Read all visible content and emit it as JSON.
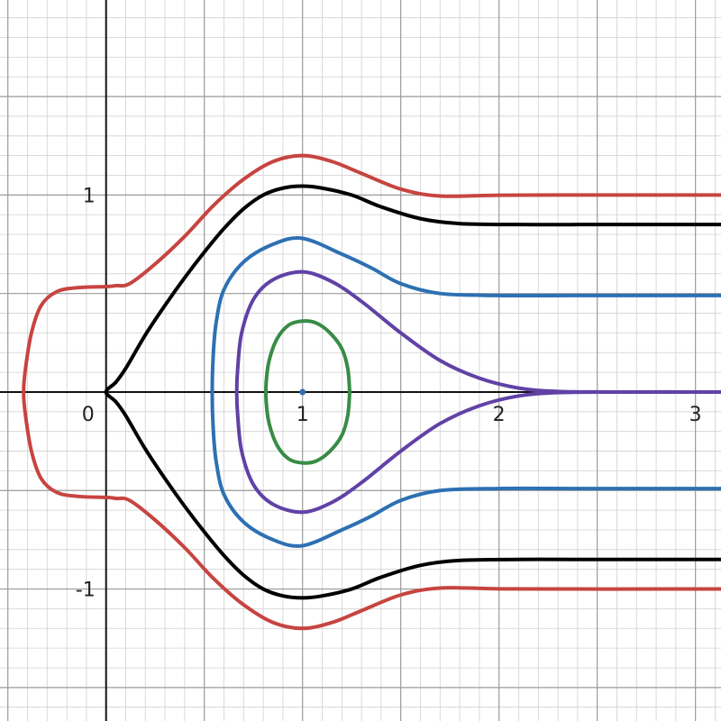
{
  "colors": {
    "background": "#ffffff",
    "grid_minor": "#d0d0d0",
    "grid_major": "#9a9a9a",
    "axis": "#111111"
  },
  "chart_data": {
    "type": "line",
    "title": "",
    "xlabel": "",
    "ylabel": "",
    "xlim": [
      -0.54,
      3.13
    ],
    "ylim": [
      -1.67,
      1.99
    ],
    "grid": true,
    "x_ticks": [
      {
        "value": 0,
        "label": "0"
      },
      {
        "value": 1,
        "label": "1"
      },
      {
        "value": 2,
        "label": "2"
      },
      {
        "value": 3,
        "label": "3"
      }
    ],
    "y_ticks": [
      {
        "value": 1,
        "label": "1"
      },
      {
        "value": -1,
        "label": "-1"
      }
    ],
    "point": {
      "x": 1,
      "y": 0,
      "color": "#2d70b3"
    },
    "series": [
      {
        "color": "#c74440",
        "points": [
          [
            3.13,
            1.0
          ],
          [
            2.8,
            1.0
          ],
          [
            2.4,
            1.0
          ],
          [
            2.0,
            0.999
          ],
          [
            1.7,
            0.995
          ],
          [
            1.5,
            1.03
          ],
          [
            1.3,
            1.11
          ],
          [
            1.15,
            1.17
          ],
          [
            1.0,
            1.2
          ],
          [
            0.85,
            1.17
          ],
          [
            0.7,
            1.08
          ],
          [
            0.55,
            0.95
          ],
          [
            0.4,
            0.79
          ],
          [
            0.25,
            0.65
          ],
          [
            0.12,
            0.55
          ],
          [
            0.05,
            0.54
          ],
          [
            0.0,
            0.535
          ],
          [
            -0.14,
            0.53
          ],
          [
            -0.25,
            0.51
          ],
          [
            -0.33,
            0.44
          ],
          [
            -0.38,
            0.3
          ],
          [
            -0.41,
            0.12
          ],
          [
            -0.42,
            0.0
          ],
          [
            -0.41,
            -0.12
          ],
          [
            -0.38,
            -0.3
          ],
          [
            -0.33,
            -0.44
          ],
          [
            -0.25,
            -0.51
          ],
          [
            -0.14,
            -0.53
          ],
          [
            0.0,
            -0.535
          ],
          [
            0.05,
            -0.54
          ],
          [
            0.12,
            -0.55
          ],
          [
            0.25,
            -0.65
          ],
          [
            0.4,
            -0.79
          ],
          [
            0.55,
            -0.95
          ],
          [
            0.7,
            -1.08
          ],
          [
            0.85,
            -1.17
          ],
          [
            1.0,
            -1.2
          ],
          [
            1.15,
            -1.17
          ],
          [
            1.3,
            -1.11
          ],
          [
            1.5,
            -1.03
          ],
          [
            1.7,
            -0.995
          ],
          [
            2.0,
            -0.999
          ],
          [
            2.4,
            -1.0
          ],
          [
            2.8,
            -1.0
          ],
          [
            3.13,
            -1.0
          ]
        ]
      },
      {
        "color": "#000000",
        "points": [
          [
            3.13,
            0.85
          ],
          [
            2.8,
            0.85
          ],
          [
            2.4,
            0.85
          ],
          [
            2.1,
            0.85
          ],
          [
            1.8,
            0.855
          ],
          [
            1.6,
            0.88
          ],
          [
            1.4,
            0.94
          ],
          [
            1.25,
            1.0
          ],
          [
            1.1,
            1.035
          ],
          [
            1.0,
            1.045
          ],
          [
            0.9,
            1.035
          ],
          [
            0.8,
            1.0
          ],
          [
            0.7,
            0.93
          ],
          [
            0.6,
            0.83
          ],
          [
            0.5,
            0.71
          ],
          [
            0.4,
            0.58
          ],
          [
            0.3,
            0.44
          ],
          [
            0.2,
            0.29
          ],
          [
            0.1,
            0.12
          ],
          [
            0.05,
            0.05
          ],
          [
            0.0,
            0.0
          ],
          [
            0.05,
            -0.05
          ],
          [
            0.1,
            -0.12
          ],
          [
            0.2,
            -0.29
          ],
          [
            0.3,
            -0.44
          ],
          [
            0.4,
            -0.58
          ],
          [
            0.5,
            -0.71
          ],
          [
            0.6,
            -0.83
          ],
          [
            0.7,
            -0.93
          ],
          [
            0.8,
            -1.0
          ],
          [
            0.9,
            -1.035
          ],
          [
            1.0,
            -1.045
          ],
          [
            1.1,
            -1.035
          ],
          [
            1.25,
            -1.0
          ],
          [
            1.4,
            -0.94
          ],
          [
            1.6,
            -0.88
          ],
          [
            1.8,
            -0.855
          ],
          [
            2.1,
            -0.85
          ],
          [
            2.4,
            -0.85
          ],
          [
            2.8,
            -0.85
          ],
          [
            3.13,
            -0.85
          ]
        ]
      },
      {
        "color": "#2d70b3",
        "points": [
          [
            3.13,
            0.49
          ],
          [
            2.8,
            0.49
          ],
          [
            2.4,
            0.49
          ],
          [
            2.0,
            0.49
          ],
          [
            1.7,
            0.5
          ],
          [
            1.5,
            0.55
          ],
          [
            1.35,
            0.63
          ],
          [
            1.2,
            0.7
          ],
          [
            1.0,
            0.78
          ],
          [
            0.85,
            0.75
          ],
          [
            0.7,
            0.66
          ],
          [
            0.6,
            0.52
          ],
          [
            0.56,
            0.35
          ],
          [
            0.545,
            0.18
          ],
          [
            0.54,
            0.0
          ],
          [
            0.545,
            -0.18
          ],
          [
            0.56,
            -0.35
          ],
          [
            0.6,
            -0.52
          ],
          [
            0.7,
            -0.66
          ],
          [
            0.85,
            -0.75
          ],
          [
            1.0,
            -0.78
          ],
          [
            1.2,
            -0.7
          ],
          [
            1.35,
            -0.63
          ],
          [
            1.5,
            -0.55
          ],
          [
            1.7,
            -0.5
          ],
          [
            2.0,
            -0.49
          ],
          [
            2.4,
            -0.49
          ],
          [
            2.8,
            -0.49
          ],
          [
            3.13,
            -0.49
          ]
        ]
      },
      {
        "color": "#6042a6",
        "points": [
          [
            3.13,
            0.0
          ],
          [
            2.6,
            0.0
          ],
          [
            2.3,
            0.003
          ],
          [
            2.1,
            0.02
          ],
          [
            1.9,
            0.07
          ],
          [
            1.7,
            0.16
          ],
          [
            1.5,
            0.3
          ],
          [
            1.3,
            0.46
          ],
          [
            1.15,
            0.56
          ],
          [
            1.0,
            0.61
          ],
          [
            0.85,
            0.57
          ],
          [
            0.75,
            0.47
          ],
          [
            0.69,
            0.3
          ],
          [
            0.67,
            0.12
          ],
          [
            0.665,
            0.0
          ],
          [
            0.67,
            -0.12
          ],
          [
            0.69,
            -0.3
          ],
          [
            0.75,
            -0.47
          ],
          [
            0.85,
            -0.57
          ],
          [
            1.0,
            -0.61
          ],
          [
            1.15,
            -0.56
          ],
          [
            1.3,
            -0.46
          ],
          [
            1.5,
            -0.3
          ],
          [
            1.7,
            -0.16
          ],
          [
            1.9,
            -0.07
          ],
          [
            2.1,
            -0.02
          ],
          [
            2.3,
            -0.003
          ],
          [
            2.6,
            0.0
          ],
          [
            3.13,
            0.0
          ]
        ]
      },
      {
        "color": "#388c46",
        "points": [
          [
            1.24,
            0.0
          ],
          [
            1.23,
            0.12
          ],
          [
            1.2,
            0.22
          ],
          [
            1.14,
            0.3
          ],
          [
            1.07,
            0.35
          ],
          [
            1.0,
            0.36
          ],
          [
            0.93,
            0.34
          ],
          [
            0.87,
            0.27
          ],
          [
            0.83,
            0.16
          ],
          [
            0.815,
            0.05
          ],
          [
            0.815,
            -0.05
          ],
          [
            0.83,
            -0.16
          ],
          [
            0.87,
            -0.27
          ],
          [
            0.93,
            -0.34
          ],
          [
            1.0,
            -0.36
          ],
          [
            1.07,
            -0.35
          ],
          [
            1.14,
            -0.3
          ],
          [
            1.2,
            -0.22
          ],
          [
            1.23,
            -0.12
          ],
          [
            1.24,
            0.0
          ]
        ]
      }
    ]
  }
}
